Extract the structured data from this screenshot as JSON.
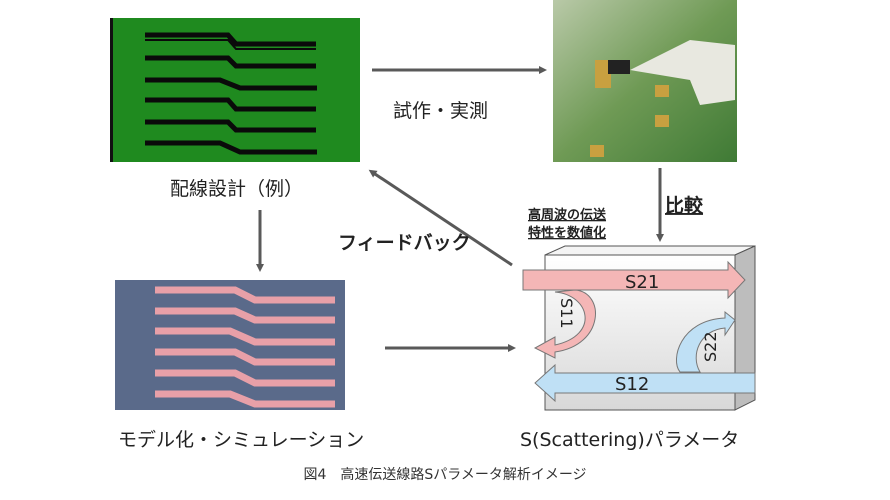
{
  "labels": {
    "prototype_measure": "試作・実測",
    "wiring_design": "配線設計（例）",
    "feedback": "フィードバック",
    "compare": "比較",
    "quantify_line1": "高周波の伝送",
    "quantify_line2": "特性を数値化",
    "modeling": "モデル化・シミュレーション",
    "sparam": "S(Scattering)パラメータ"
  },
  "sparams": {
    "s21": "S21",
    "s11": "S11",
    "s22": "S22",
    "s12": "S12"
  },
  "caption": "図4　高速伝送線路Sパラメータ解析イメージ",
  "colors": {
    "pcb_green": "#1f8a1f",
    "sim_blue": "#5a6a8a",
    "trace_pink": "#e8a0a8",
    "arrow_gray": "#595959",
    "s_pink": "#f4b6b6",
    "s_blue": "#bfe0f5"
  }
}
